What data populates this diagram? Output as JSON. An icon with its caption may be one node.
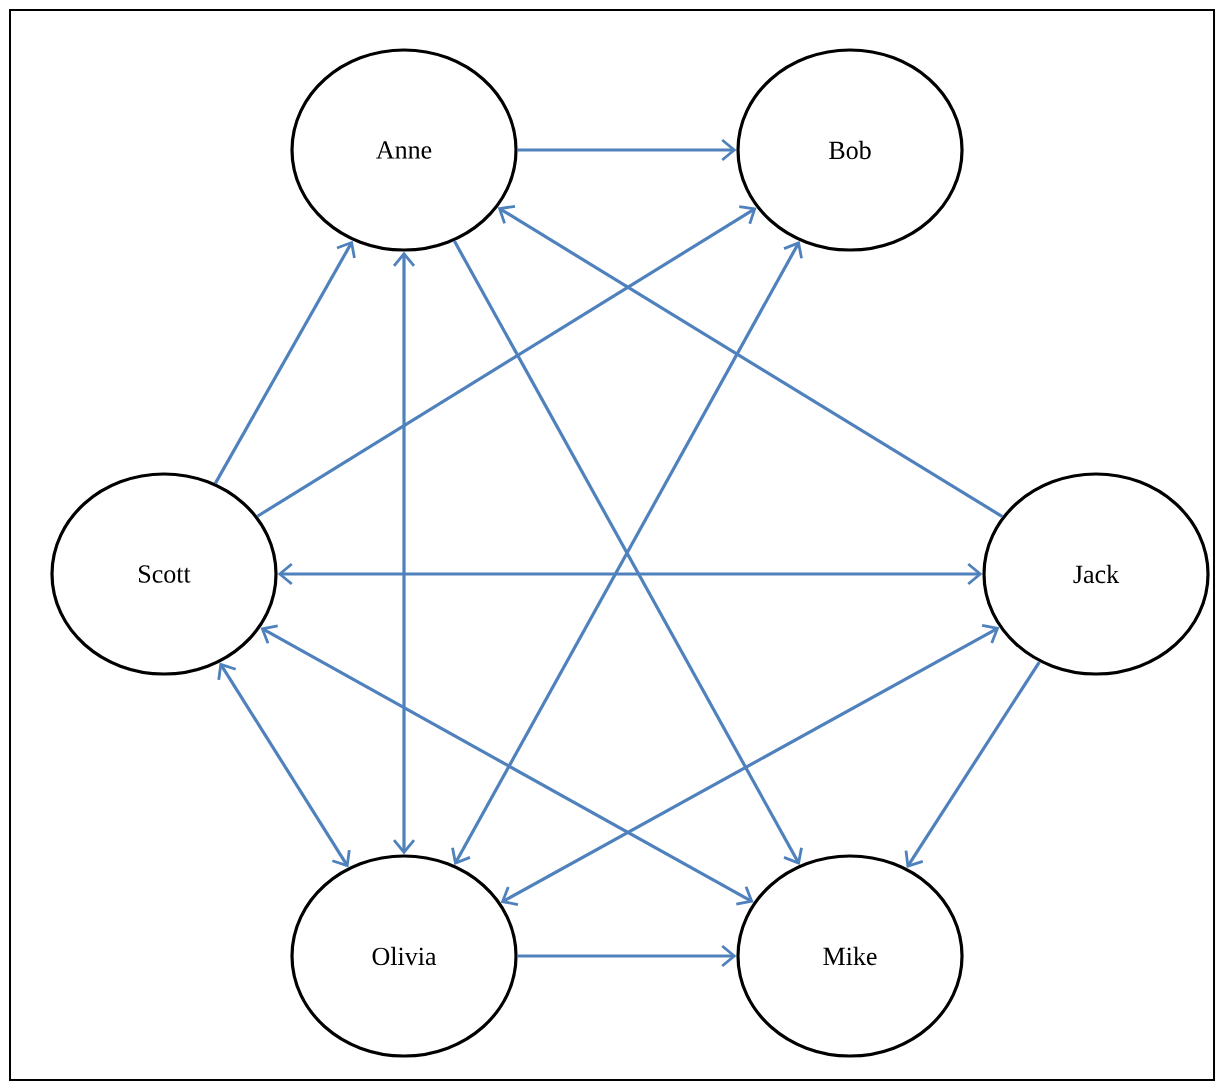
{
  "diagram": {
    "nodes": [
      {
        "text": [
          "Anne"
        ]
      },
      {
        "text": [
          "Bob"
        ]
      },
      {
        "text": [
          "Scott"
        ]
      },
      {
        "text": [
          "Jack"
        ]
      },
      {
        "text": [
          "Olivia"
        ]
      },
      {
        "text": [
          "Mike"
        ]
      }
    ],
    "edges": [
      {
        "from": 0,
        "to": 1,
        "arrow": "to"
      },
      {
        "from": 2,
        "to": 0,
        "arrow": "to"
      },
      {
        "from": 2,
        "to": 1,
        "arrow": "to"
      },
      {
        "from": 0,
        "to": 4,
        "arrow": "both"
      },
      {
        "from": 0,
        "to": 5,
        "arrow": "to"
      },
      {
        "from": 3,
        "to": 0,
        "arrow": "to"
      },
      {
        "from": 2,
        "to": 3,
        "arrow": "both"
      },
      {
        "from": 4,
        "to": 1,
        "arrow": "both"
      },
      {
        "from": 4,
        "to": 3,
        "arrow": "both"
      },
      {
        "from": 2,
        "to": 4,
        "arrow": "both"
      },
      {
        "from": 2,
        "to": 5,
        "arrow": "both"
      },
      {
        "from": 3,
        "to": 5,
        "arrow": "to"
      },
      {
        "from": 4,
        "to": 5,
        "arrow": "to"
      }
    ]
  }
}
